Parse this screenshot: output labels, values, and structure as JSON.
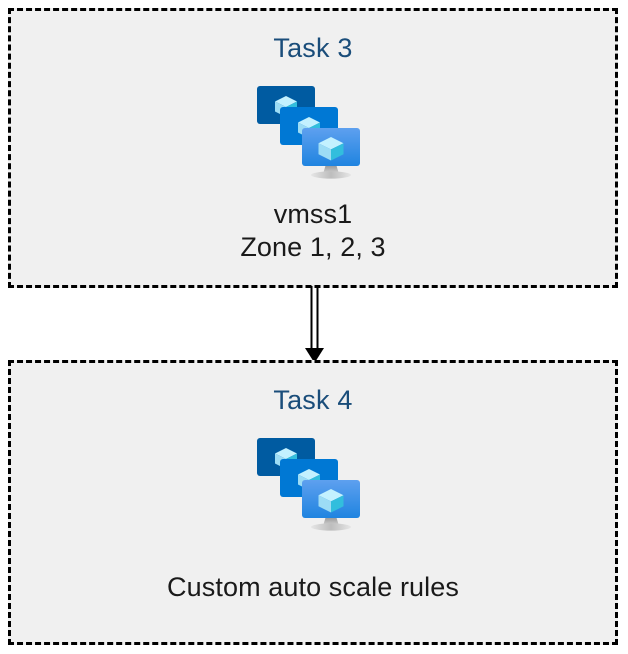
{
  "diagram": {
    "title_color": "#1a4d7a",
    "box_fill": "#f0f0f0",
    "box_border_color": "#000000",
    "page_background": "#ffffff",
    "text_color": "#1a1a1a",
    "connector": {
      "icon_name": "down-arrow-connector",
      "style": "double-line-with-solid-arrowhead",
      "color": "#000000",
      "from": "Task 3",
      "to": "Task 4"
    }
  },
  "boxes": [
    {
      "id": "task3",
      "title": "Task 3",
      "icon_name": "azure-virtual-machine-scale-set-icon",
      "caption": "vmss1\nZone 1, 2, 3"
    },
    {
      "id": "task4",
      "title": "Task 4",
      "icon_name": "azure-virtual-machine-scale-set-icon",
      "caption": "Custom auto scale rules"
    }
  ],
  "icon_palette": {
    "monitor_back": "#005ba1",
    "monitor_middle": "#0078d4",
    "monitor_front_top": "#5ea0ef",
    "monitor_front_bottom": "#1f84e0",
    "cube_top": "#c3f1ff",
    "cube_left": "#9cdcf5",
    "cube_right": "#32bedd",
    "stand": "#a8a8a8"
  }
}
